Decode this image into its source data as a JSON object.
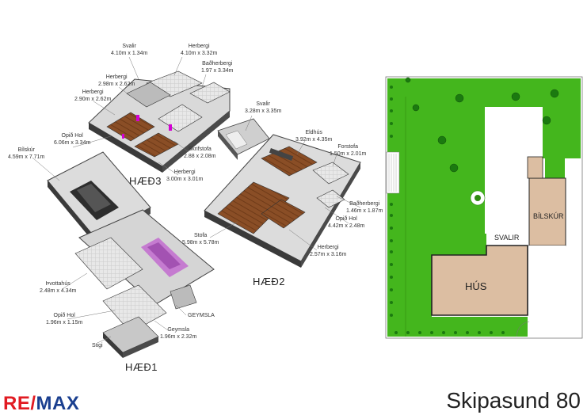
{
  "floors": {
    "h3": "HÆÐ3",
    "h2": "HÆÐ2",
    "h1": "HÆÐ1"
  },
  "rooms": [
    {
      "name": "Svalir",
      "dims": "4.10m x 1.34m"
    },
    {
      "name": "Herbergi",
      "dims": "4.10m x 3.32m"
    },
    {
      "name": "Baðherbergi",
      "dims": "1.97 x 3.34m"
    },
    {
      "name": "Herbergi",
      "dims": "2.98m x 2.62m"
    },
    {
      "name": "Herbergi",
      "dims": "2.90m x 2.62m"
    },
    {
      "name": "Opið Hol",
      "dims": "6.06m x 3.34m"
    },
    {
      "name": "Bílskúr",
      "dims": "4.59m x 7.71m"
    },
    {
      "name": "Skrifstofa",
      "dims": "2.88 x 2.08m"
    },
    {
      "name": "Herbergi",
      "dims": "3.00m x 3.01m"
    },
    {
      "name": "Svalir",
      "dims": "3.28m x 3.35m"
    },
    {
      "name": "Eldhús",
      "dims": "3.92m x 4.35m"
    },
    {
      "name": "Forstofa",
      "dims": "1.50m x 2.01m"
    },
    {
      "name": "Baðherbergi",
      "dims": "1.46m x 1.87m"
    },
    {
      "name": "Opið Hol",
      "dims": "4.42m x 2.48m"
    },
    {
      "name": "Herbergi",
      "dims": "2.57m x 3.16m"
    },
    {
      "name": "Stofa",
      "dims": "5.98m x 5.78m"
    },
    {
      "name": "Þvottahús",
      "dims": "2.48m x 4.34m"
    },
    {
      "name": "Opið Hol",
      "dims": "1.96m x 1.15m"
    },
    {
      "name": "Geymsla",
      "dims": "1.96m x 2.32m"
    }
  ],
  "plain_labels": {
    "geymsla_upper": "GEYMSLA",
    "stigi": "Stigi"
  },
  "site_plan": {
    "house": "HÚS",
    "garage": "BÍLSKÚR",
    "balcony": "SVALIR"
  },
  "brand": {
    "re": "RE/",
    "max": "MAX"
  },
  "address": "Skipasund 80",
  "colors": {
    "lawn": "#44b61d",
    "house": "#dcbea2",
    "brand_red": "#e11b22",
    "brand_blue": "#1a3f8f"
  }
}
